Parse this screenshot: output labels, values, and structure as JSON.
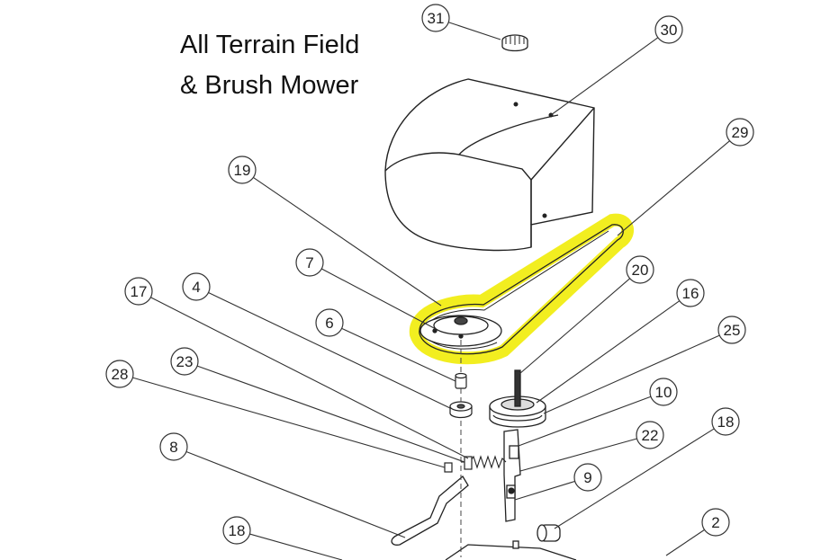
{
  "title": {
    "line1": "All Terrain Field",
    "line2": "& Brush Mower"
  },
  "highlight": {
    "part": "29",
    "color": "#f2ee20"
  },
  "callouts": [
    {
      "id": "c31",
      "label": "31"
    },
    {
      "id": "c30",
      "label": "30"
    },
    {
      "id": "c29",
      "label": "29"
    },
    {
      "id": "c19",
      "label": "19"
    },
    {
      "id": "c7",
      "label": "7"
    },
    {
      "id": "c6",
      "label": "6"
    },
    {
      "id": "c4",
      "label": "4"
    },
    {
      "id": "c17",
      "label": "17"
    },
    {
      "id": "c23",
      "label": "23"
    },
    {
      "id": "c28",
      "label": "28"
    },
    {
      "id": "c8",
      "label": "8"
    },
    {
      "id": "c18a",
      "label": "18"
    },
    {
      "id": "c20",
      "label": "20"
    },
    {
      "id": "c16",
      "label": "16"
    },
    {
      "id": "c25",
      "label": "25"
    },
    {
      "id": "c10",
      "label": "10"
    },
    {
      "id": "c22",
      "label": "22"
    },
    {
      "id": "c9",
      "label": "9"
    },
    {
      "id": "c18b",
      "label": "18"
    },
    {
      "id": "c2",
      "label": "2"
    }
  ]
}
